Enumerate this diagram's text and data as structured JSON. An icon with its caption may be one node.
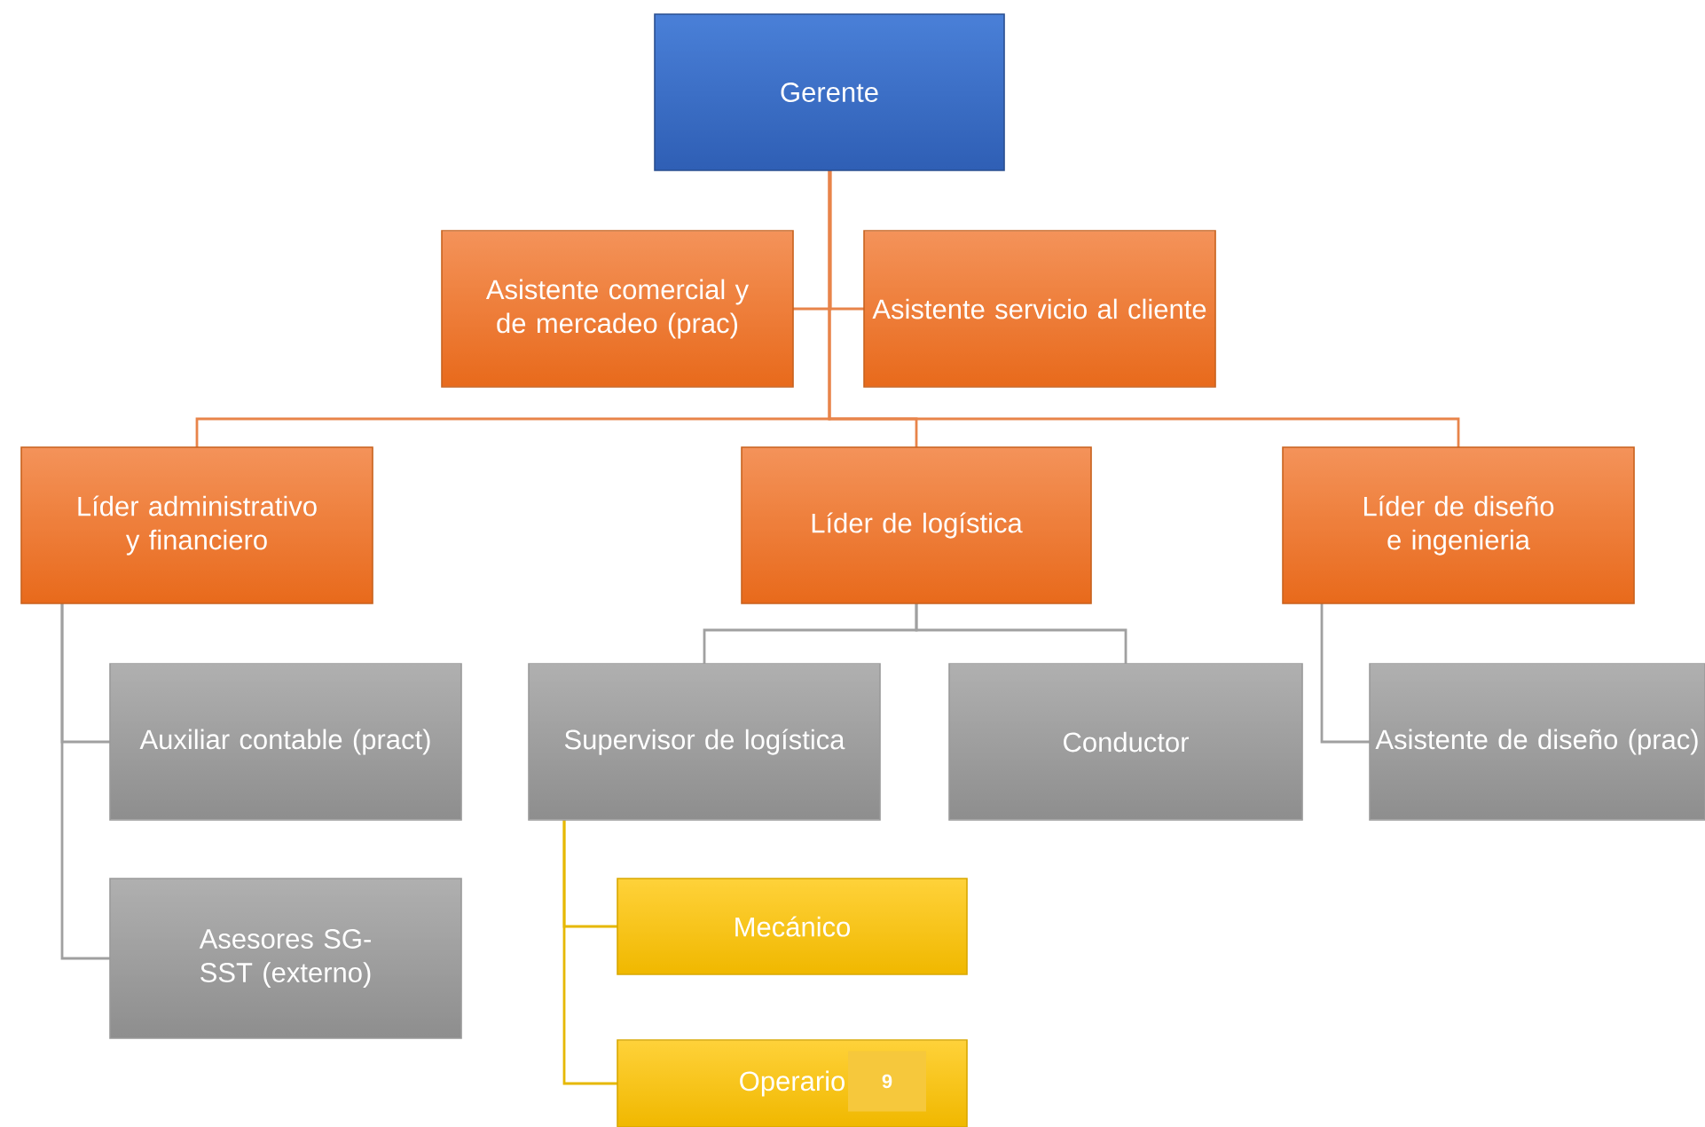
{
  "diagram": {
    "nodes": [
      {
        "text": [
          "Gerente"
        ]
      },
      {
        "text": [
          "Asistente comercial y de mercadeo (prac)"
        ]
      },
      {
        "text": [
          "Asistente servicio al cliente"
        ]
      },
      {
        "text": [
          "Líder administrativo y financiero"
        ]
      },
      {
        "text": [
          "Líder de logística"
        ]
      },
      {
        "text": [
          "Líder de diseño e ingenieria"
        ]
      },
      {
        "text": [
          "Auxiliar contable (pract)"
        ]
      },
      {
        "text": [
          "Asesores SG-SST (externo)"
        ]
      },
      {
        "text": [
          "Supervisor de logística"
        ]
      },
      {
        "text": [
          "Conductor"
        ]
      },
      {
        "text": [
          "Asistente de diseño (prac)"
        ]
      },
      {
        "text": [
          "Mecánico"
        ]
      },
      {
        "text": [
          "Operario"
        ]
      }
    ],
    "edges": [
      {
        "from": 0,
        "to": 1,
        "arrow": "none",
        "color": "#e8844a"
      },
      {
        "from": 0,
        "to": 2,
        "arrow": "none",
        "color": "#e8844a"
      },
      {
        "from": 0,
        "to": 3,
        "arrow": "none",
        "color": "#e8844a"
      },
      {
        "from": 0,
        "to": 4,
        "arrow": "none",
        "color": "#e8844a"
      },
      {
        "from": 0,
        "to": 5,
        "arrow": "none",
        "color": "#e8844a"
      },
      {
        "from": 3,
        "to": 6,
        "arrow": "none"
      },
      {
        "from": 3,
        "to": 7,
        "arrow": "none"
      },
      {
        "from": 4,
        "to": 8,
        "arrow": "none"
      },
      {
        "from": 4,
        "to": 9,
        "arrow": "none"
      },
      {
        "from": 5,
        "to": 10,
        "arrow": "none"
      },
      {
        "from": 8,
        "to": 11,
        "arrow": "none",
        "color": "#e6b800"
      },
      {
        "from": 8,
        "to": 12,
        "arrow": "none",
        "color": "#e6b800"
      }
    ],
    "labels": [
      "9"
    ]
  }
}
